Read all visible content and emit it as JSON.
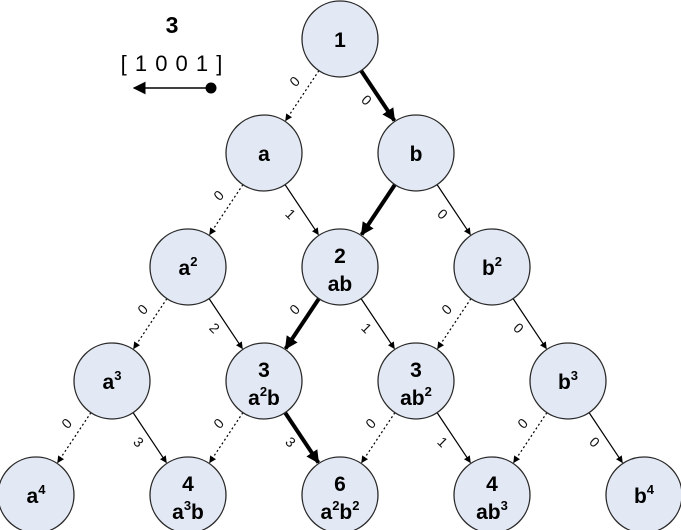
{
  "legend": {
    "number": "3",
    "vector": "[ 1 0 0 1 ]"
  },
  "nodes": [
    {
      "id": "r0c0",
      "row": 0,
      "col": 0,
      "coef": "1",
      "term": []
    },
    {
      "id": "r1c0",
      "row": 1,
      "col": 0,
      "coef": "",
      "term": [
        [
          "a",
          ""
        ]
      ]
    },
    {
      "id": "r1c1",
      "row": 1,
      "col": 1,
      "coef": "",
      "term": [
        [
          "b",
          ""
        ]
      ]
    },
    {
      "id": "r2c0",
      "row": 2,
      "col": 0,
      "coef": "",
      "term": [
        [
          "a",
          "2"
        ]
      ]
    },
    {
      "id": "r2c1",
      "row": 2,
      "col": 1,
      "coef": "2",
      "term": [
        [
          "ab",
          ""
        ]
      ]
    },
    {
      "id": "r2c2",
      "row": 2,
      "col": 2,
      "coef": "",
      "term": [
        [
          "b",
          "2"
        ]
      ]
    },
    {
      "id": "r3c0",
      "row": 3,
      "col": 0,
      "coef": "",
      "term": [
        [
          "a",
          "3"
        ]
      ]
    },
    {
      "id": "r3c1",
      "row": 3,
      "col": 1,
      "coef": "3",
      "term": [
        [
          "a",
          "2"
        ],
        [
          "b",
          ""
        ]
      ]
    },
    {
      "id": "r3c2",
      "row": 3,
      "col": 2,
      "coef": "3",
      "term": [
        [
          "ab",
          "2"
        ]
      ]
    },
    {
      "id": "r3c3",
      "row": 3,
      "col": 3,
      "coef": "",
      "term": [
        [
          "b",
          "3"
        ]
      ]
    },
    {
      "id": "r4c0",
      "row": 4,
      "col": 0,
      "coef": "",
      "term": [
        [
          "a",
          "4"
        ]
      ]
    },
    {
      "id": "r4c1",
      "row": 4,
      "col": 1,
      "coef": "4",
      "term": [
        [
          "a",
          "3"
        ],
        [
          "b",
          ""
        ]
      ]
    },
    {
      "id": "r4c2",
      "row": 4,
      "col": 2,
      "coef": "6",
      "term": [
        [
          "a",
          "2"
        ],
        [
          "b",
          "2"
        ]
      ]
    },
    {
      "id": "r4c3",
      "row": 4,
      "col": 3,
      "coef": "4",
      "term": [
        [
          "ab",
          "3"
        ]
      ]
    },
    {
      "id": "r4c4",
      "row": 4,
      "col": 4,
      "coef": "",
      "term": [
        [
          "b",
          "4"
        ]
      ]
    }
  ],
  "edges": [
    {
      "from": "r0c0",
      "dir": "left",
      "label": "0",
      "style": "dotted"
    },
    {
      "from": "r0c0",
      "dir": "right",
      "label": "0",
      "style": "bold"
    },
    {
      "from": "r1c0",
      "dir": "left",
      "label": "0",
      "style": "dotted"
    },
    {
      "from": "r1c0",
      "dir": "right",
      "label": "1",
      "style": "solid"
    },
    {
      "from": "r1c1",
      "dir": "left",
      "label": "",
      "style": "bold"
    },
    {
      "from": "r1c1",
      "dir": "right",
      "label": "0",
      "style": "solid"
    },
    {
      "from": "r2c0",
      "dir": "left",
      "label": "0",
      "style": "dotted"
    },
    {
      "from": "r2c0",
      "dir": "right",
      "label": "2",
      "style": "solid"
    },
    {
      "from": "r2c1",
      "dir": "left",
      "label": "0",
      "style": "bold"
    },
    {
      "from": "r2c1",
      "dir": "right",
      "label": "1",
      "style": "solid"
    },
    {
      "from": "r2c2",
      "dir": "left",
      "label": "0",
      "style": "dotted"
    },
    {
      "from": "r2c2",
      "dir": "right",
      "label": "0",
      "style": "solid"
    },
    {
      "from": "r3c0",
      "dir": "left",
      "label": "0",
      "style": "dotted"
    },
    {
      "from": "r3c0",
      "dir": "right",
      "label": "3",
      "style": "solid"
    },
    {
      "from": "r3c1",
      "dir": "left",
      "label": "0",
      "style": "dotted"
    },
    {
      "from": "r3c1",
      "dir": "right",
      "label": "3",
      "style": "bold"
    },
    {
      "from": "r3c2",
      "dir": "left",
      "label": "0",
      "style": "dotted"
    },
    {
      "from": "r3c2",
      "dir": "right",
      "label": "1",
      "style": "solid"
    },
    {
      "from": "r3c3",
      "dir": "left",
      "label": "0",
      "style": "dotted"
    },
    {
      "from": "r3c3",
      "dir": "right",
      "label": "0",
      "style": "solid"
    }
  ]
}
